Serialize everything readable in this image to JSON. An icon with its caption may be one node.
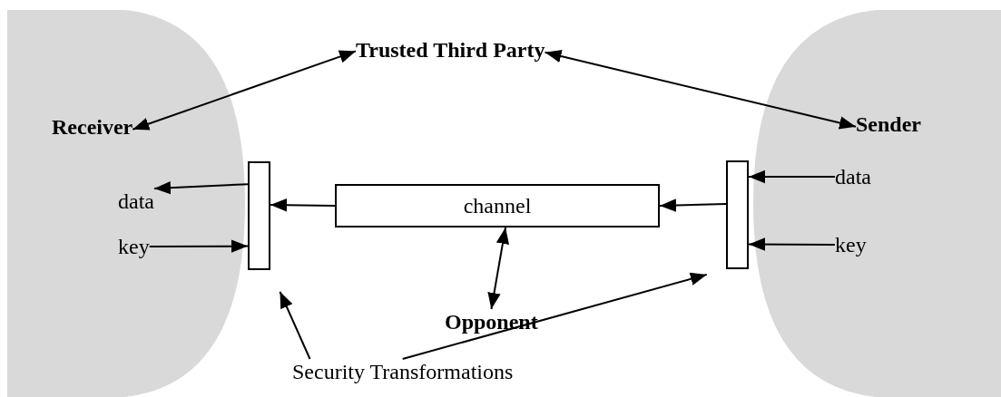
{
  "diagram": {
    "nodes": [
      {
        "text": [
          "Trusted Third Party"
        ]
      },
      {
        "text": [
          "Receiver"
        ]
      },
      {
        "text": [
          "Sender"
        ]
      },
      {
        "text": [
          "data"
        ]
      },
      {
        "text": [
          "key"
        ]
      },
      {
        "text": [],
        "shape": "bar"
      },
      {
        "text": [
          "channel"
        ]
      },
      {
        "text": [],
        "shape": "bar"
      },
      {
        "text": [
          "data"
        ]
      },
      {
        "text": [
          "key"
        ]
      },
      {
        "text": [
          "Opponent"
        ]
      },
      {
        "text": [
          "Security Transformations"
        ]
      }
    ],
    "edges": [
      {
        "from": 0,
        "to": 1,
        "arrow": "both"
      },
      {
        "from": 0,
        "to": 2,
        "arrow": "both"
      },
      {
        "from": 5,
        "to": 3,
        "arrow": "to"
      },
      {
        "from": 4,
        "to": 5,
        "arrow": "to"
      },
      {
        "from": 6,
        "to": 5,
        "arrow": "to"
      },
      {
        "from": 7,
        "to": 6,
        "arrow": "to"
      },
      {
        "from": 8,
        "to": 7,
        "arrow": "to"
      },
      {
        "from": 9,
        "to": 7,
        "arrow": "to"
      },
      {
        "from": 6,
        "to": 10,
        "arrow": "both"
      },
      {
        "from": 11,
        "to": 5,
        "arrow": "to"
      },
      {
        "from": 11,
        "to": 7,
        "arrow": "to"
      }
    ]
  }
}
